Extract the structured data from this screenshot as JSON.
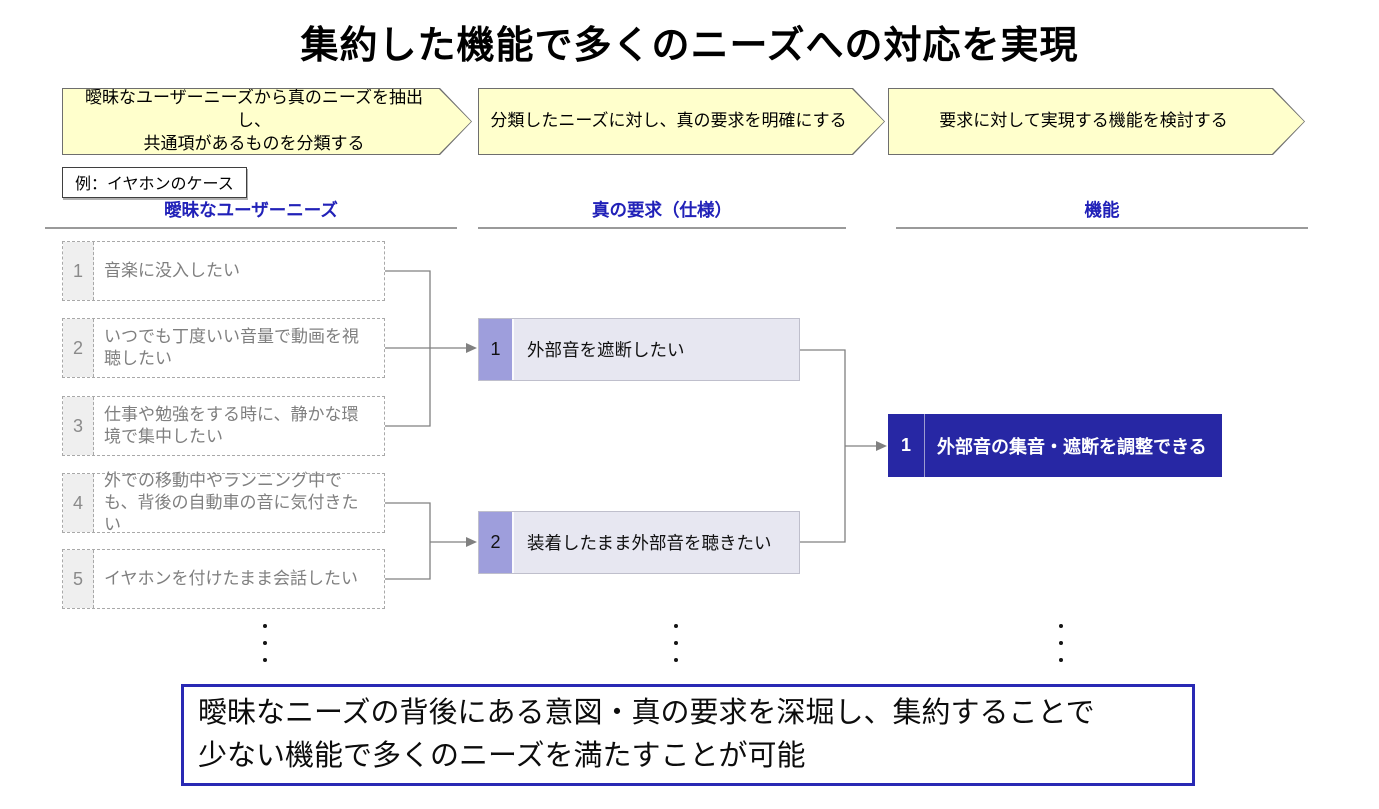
{
  "title": "集約した機能で多くのニーズへの対応を実現",
  "process_steps": [
    {
      "label": "曖昧なユーザーニーズから真のニーズを抽出し、\n共通項があるものを分類する"
    },
    {
      "label": "分類したニーズに対し、真の要求を明確にする"
    },
    {
      "label": "要求に対して実現する機能を検討する"
    }
  ],
  "example_label": "例：イヤホンのケース",
  "columns": {
    "fuzzy_needs": {
      "header": "曖昧なユーザーニーズ",
      "items": [
        {
          "num": "1",
          "text": "音楽に没入したい"
        },
        {
          "num": "2",
          "text": "いつでも丁度いい音量で動画を視聴したい"
        },
        {
          "num": "3",
          "text": "仕事や勉強をする時に、静かな環境で集中したい"
        },
        {
          "num": "4",
          "text": "外での移動中やランニング中でも、背後の自動車の音に気付きたい"
        },
        {
          "num": "5",
          "text": "イヤホンを付けたまま会話したい"
        }
      ]
    },
    "true_requirements": {
      "header": "真の要求（仕様）",
      "items": [
        {
          "num": "1",
          "text": "外部音を遮断したい"
        },
        {
          "num": "2",
          "text": "装着したまま外部音を聴きたい"
        }
      ]
    },
    "functions": {
      "header": "機能",
      "items": [
        {
          "num": "1",
          "text": "外部音の集音・遮断を調整できる"
        }
      ]
    }
  },
  "footer_note": "曖昧なニーズの背後にある意図・真の要求を深堀し、集約することで\n少ない機能で多くのニーズを満たすことが可能",
  "colors": {
    "step_fill": "#FFFFCC",
    "header_blue": "#2121B8",
    "requirement_num_fill": "#9E9EDC",
    "requirement_body_fill": "#E7E7F1",
    "function_fill": "#2727A4",
    "footer_border_blue": "#2929B4",
    "connector_gray": "#808080",
    "muted_text": "#7F7F7F"
  }
}
